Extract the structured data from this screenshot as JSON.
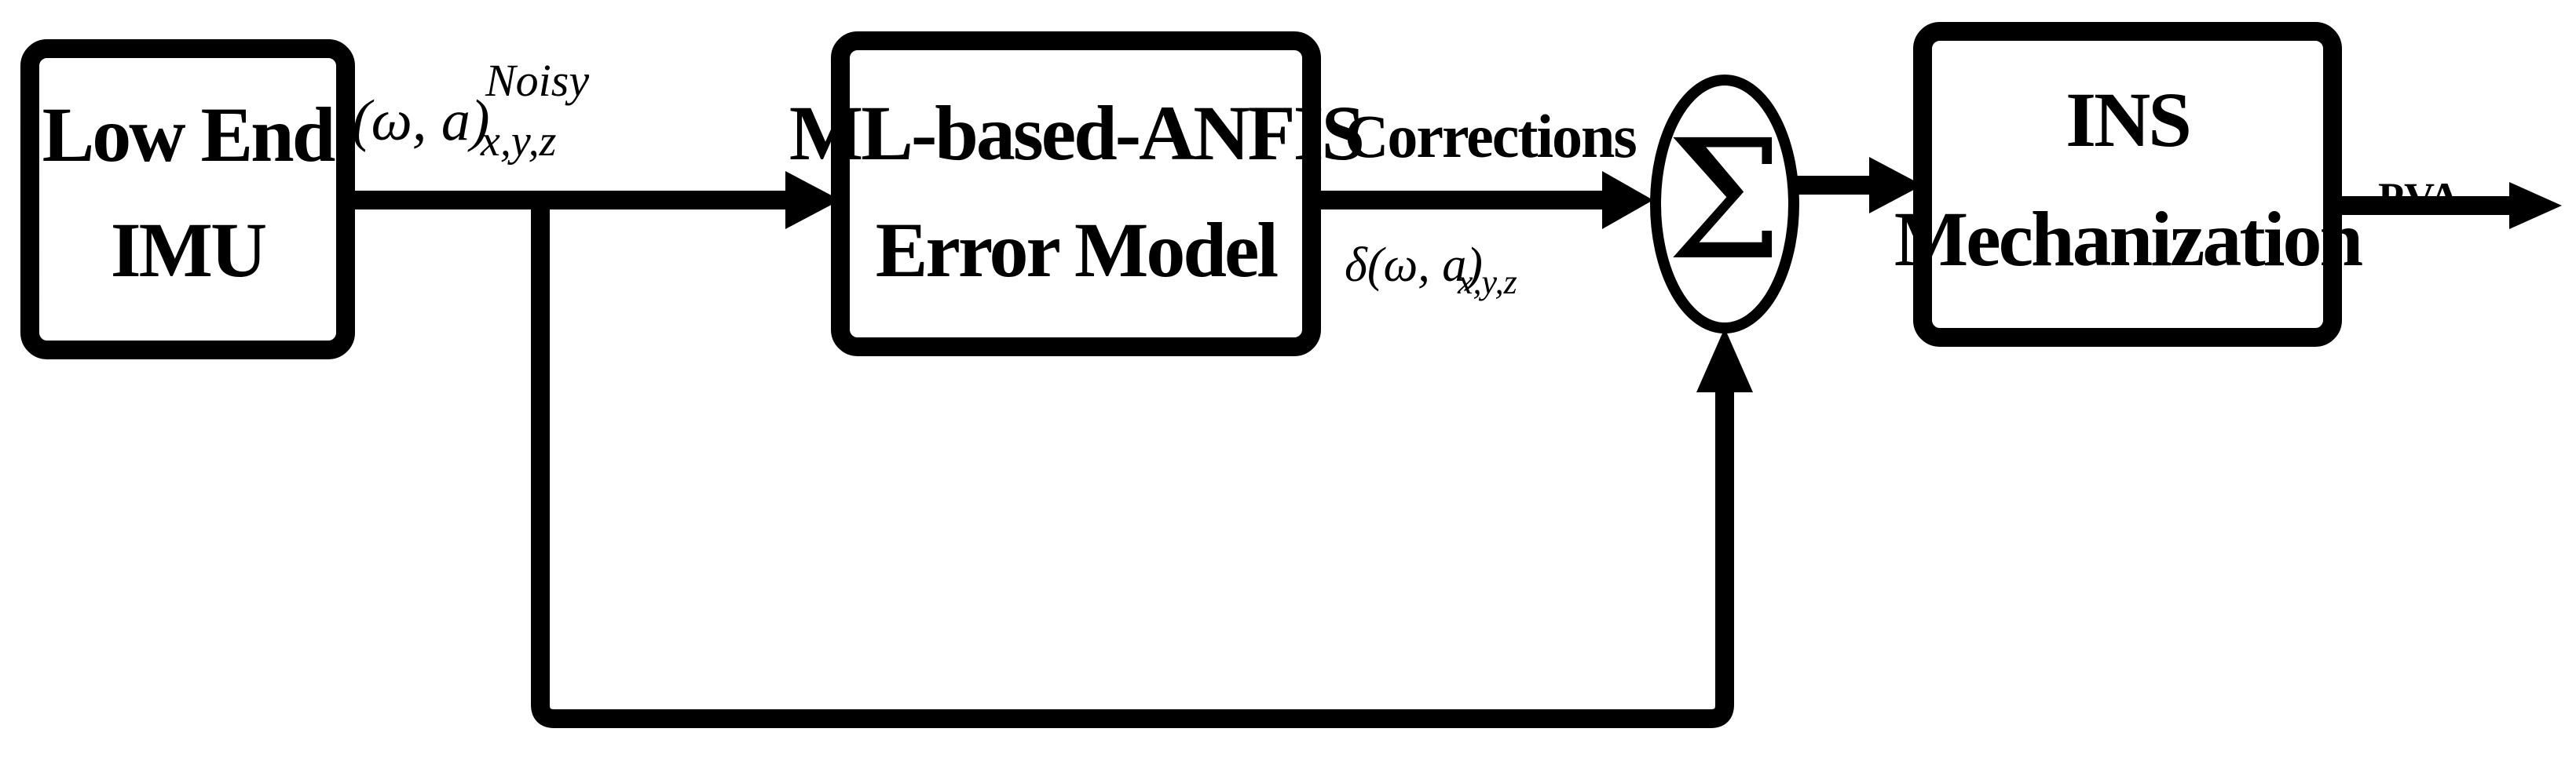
{
  "blocks": {
    "imu": {
      "line1": "Low End",
      "line2": "IMU"
    },
    "anfis": {
      "line1": "ML-based-ANFIS",
      "line2": "Error Model"
    },
    "ins": {
      "line1": "INS",
      "line2": "Mechanization"
    }
  },
  "summer": {
    "symbol": "Σ"
  },
  "labels": {
    "imu_output": {
      "base": "(ω, a)",
      "superscript": "Noisy",
      "subscript": "x,y,z"
    },
    "corrections": {
      "title": "Corrections",
      "base": "δ(ω, a)",
      "subscript": "x,y,z"
    },
    "output": "PVA"
  }
}
